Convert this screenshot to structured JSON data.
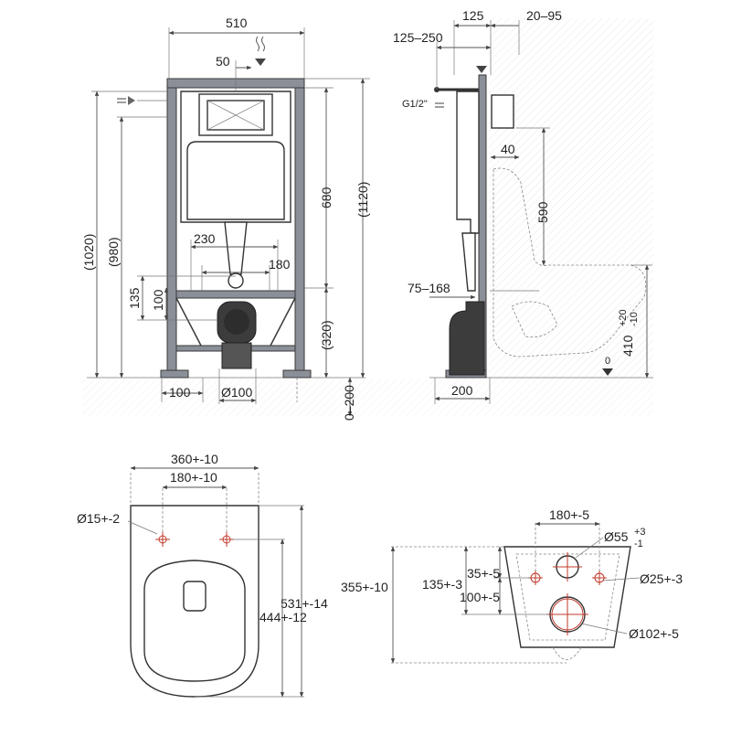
{
  "front_view": {
    "labels": {
      "width_top": "510",
      "offset_50": "50",
      "h_680": "680",
      "h_1120": "(1120)",
      "h_1020": "(1020)",
      "h_980": "(980)",
      "spacing_230": "230",
      "spacing_180": "180",
      "h_135": "135",
      "h_100": "100",
      "h_320": "(320)",
      "w_100": "100",
      "d_100": "Ø100",
      "h_0_200": "0–200"
    }
  },
  "side_view": {
    "labels": {
      "top_125": "125",
      "top_20_95": "20–95",
      "top_125_250": "125–250",
      "g_half": "G1/2\"",
      "d_40": "40",
      "h_590": "590",
      "r_75_168": "75–168",
      "w_200": "200",
      "h_410": "410",
      "tol_410_plus": "+20",
      "tol_410_minus": "-10",
      "zero": "0"
    }
  },
  "seat_view": {
    "labels": {
      "w_360": "360+-10",
      "w_180": "180+-10",
      "d_15": "Ø15+-2",
      "l_531": "531+-14",
      "l_444": "444+-12"
    }
  },
  "bowl_view": {
    "labels": {
      "w_180": "180+-5",
      "d_55": "Ø55",
      "tol_55_plus": "+3",
      "tol_55_minus": "-1",
      "h_355": "355+-10",
      "h_135": "135+-3",
      "h_35": "35+-5",
      "h_100": "100+-5",
      "d_25": "Ø25+-3",
      "d_102": "Ø102+-5"
    }
  }
}
